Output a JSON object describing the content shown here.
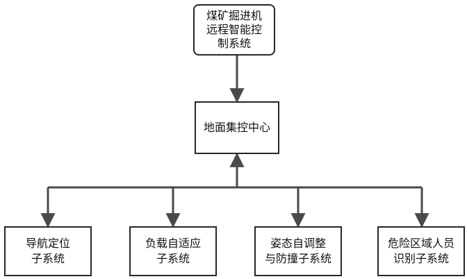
{
  "nodes": {
    "top": "煤矿掘进机\n远程智能控\n制系统",
    "center": "地面集控中心",
    "children": [
      "导航定位\n子系统",
      "负载自适应\n子系统",
      "姿态自调整\n与防撞子系统",
      "危险区域人员\n识别子系统"
    ]
  },
  "colors": {
    "line": "#4a4a4a",
    "border": "#262626",
    "text": "#111111"
  }
}
